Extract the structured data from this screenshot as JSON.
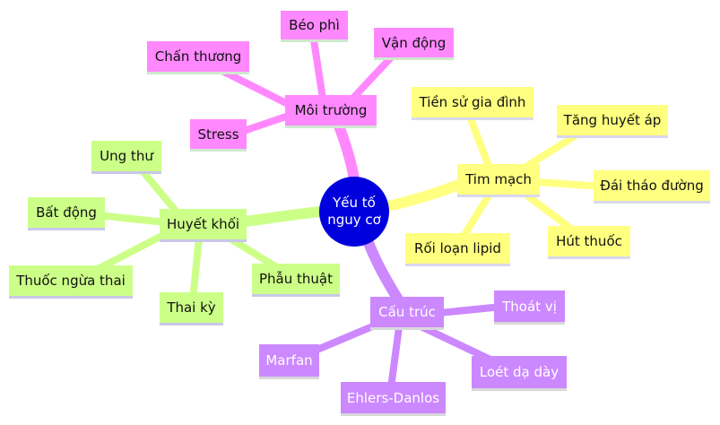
{
  "root": {
    "line1": "Yếu tố",
    "line2": "nguy cơ",
    "color": "#0000dd"
  },
  "branches": {
    "moi_truong": {
      "label": "Môi trường",
      "color": "#ff88ff",
      "children": [
        "Béo phì",
        "Vận động",
        "Chấn thương",
        "Stress"
      ]
    },
    "tim_mach": {
      "label": "Tim mạch",
      "color": "#ffff80",
      "children": [
        "Tiền sử gia đình",
        "Tăng huyết áp",
        "Đái tháo đường",
        "Hút thuốc",
        "Rối loạn lipid"
      ]
    },
    "huyet_khoi": {
      "label": "Huyết khối",
      "color": "#ccff88",
      "children": [
        "Ung thư",
        "Bất động",
        "Thuốc ngừa thai",
        "Thai kỳ",
        "Phẫu thuật"
      ]
    },
    "cau_truc": {
      "label": "Cấu trúc",
      "color": "#cc88ff",
      "children": [
        "Thoát vị",
        "Marfan",
        "Ehlers-Danlos",
        "Loét dạ dày"
      ]
    }
  }
}
